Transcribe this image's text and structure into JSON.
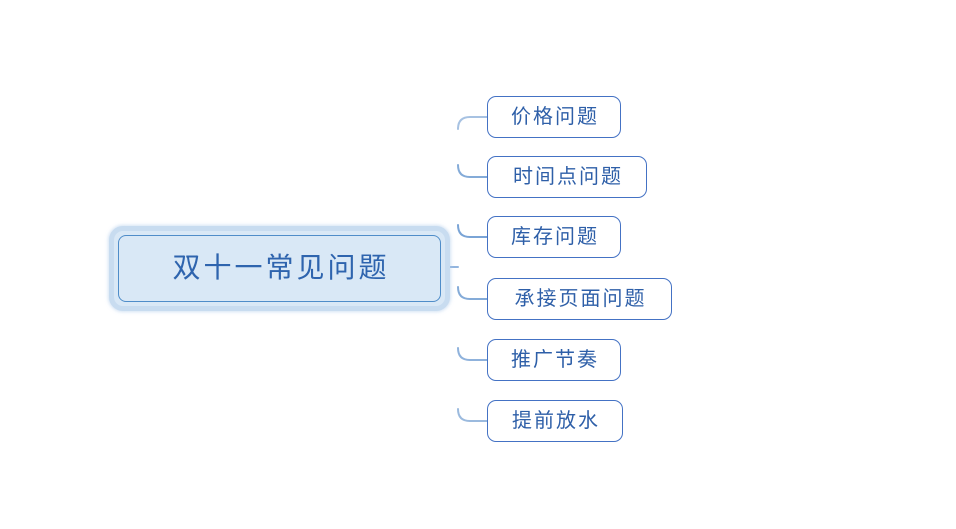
{
  "mindmap": {
    "root": {
      "label": "双十一常见问题"
    },
    "children": [
      {
        "label": "价格问题"
      },
      {
        "label": "时间点问题"
      },
      {
        "label": "库存问题"
      },
      {
        "label": "承接页面问题"
      },
      {
        "label": "推广节奏"
      },
      {
        "label": "提前放水"
      }
    ],
    "colors": {
      "canvas_background": "#ffffff",
      "root_fill": "#d9e8f6",
      "root_glow_border": "#c8dcf0",
      "root_inner_border": "#4f8dc9",
      "root_text": "#2e64ae",
      "child_fill": "#ffffff",
      "child_border": "#4472c4",
      "child_text": "#2e5fa8",
      "connector_dark": "#2e6db1",
      "connector_light": "#9cbce0"
    }
  }
}
